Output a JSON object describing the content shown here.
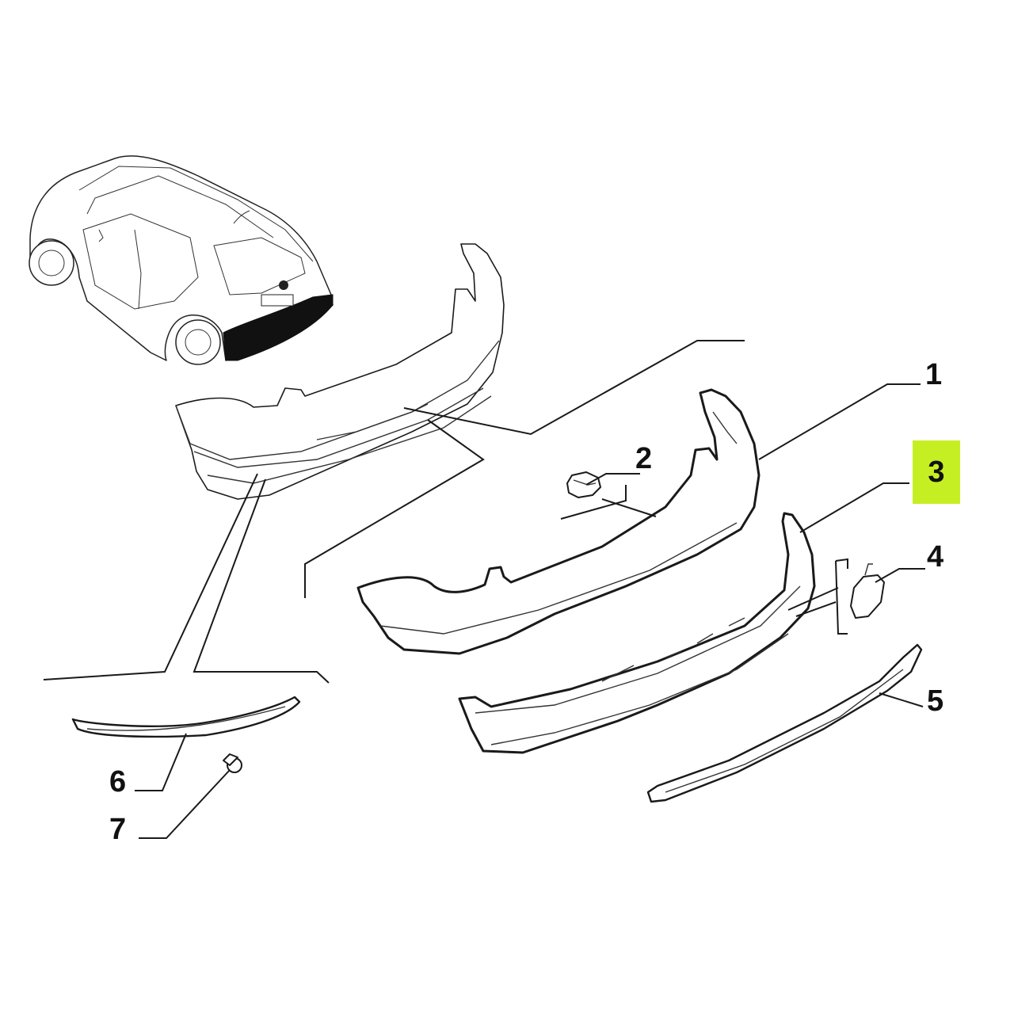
{
  "diagram": {
    "callouts": [
      {
        "id": "1",
        "label": "1",
        "highlighted": false
      },
      {
        "id": "2",
        "label": "2",
        "highlighted": false
      },
      {
        "id": "3",
        "label": "3",
        "highlighted": true
      },
      {
        "id": "4",
        "label": "4",
        "highlighted": false
      },
      {
        "id": "5",
        "label": "5",
        "highlighted": false
      },
      {
        "id": "6",
        "label": "6",
        "highlighted": false
      },
      {
        "id": "7",
        "label": "7",
        "highlighted": false
      }
    ],
    "colors": {
      "highlight": "#c6ef23",
      "line": "#1a1a1a",
      "background": "#ffffff"
    }
  }
}
